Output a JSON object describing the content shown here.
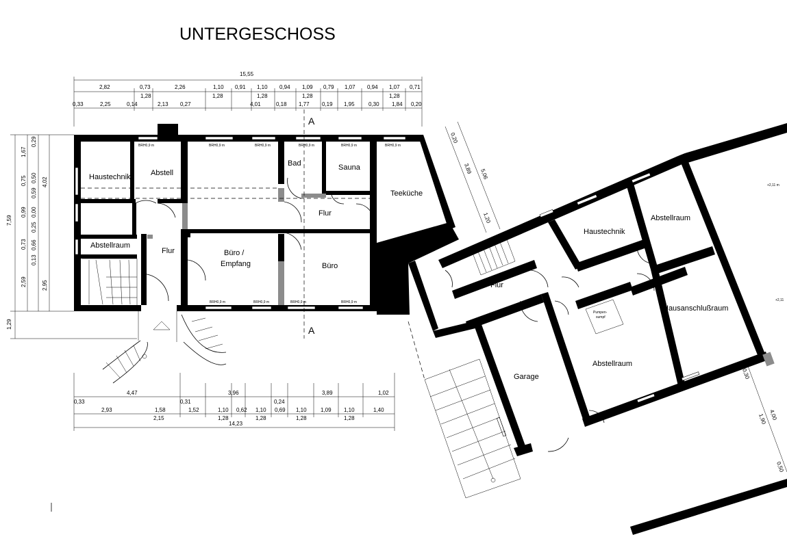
{
  "title": "UNTERGESCHOSS",
  "section_marker": "A",
  "rooms": {
    "haustechnik_left": "Haustechnik",
    "abstell": "Abstell",
    "bad": "Bad",
    "sauna": "Sauna",
    "teekueche": "Teeküche",
    "flur_top": "Flur",
    "abstellraum_left": "Abstellraum",
    "flur_left": "Flur",
    "buero_empfang_1": "Büro /",
    "buero_empfang_2": "Empfang",
    "buero": "Büro",
    "flur_right": "Flur",
    "haustechnik_right": "Haustechnik",
    "abstellraum_right_top": "Abstellraum",
    "hausanschlussraum": "Hausanschlußraum",
    "abstellraum_right_bottom": "Abstellraum",
    "garage": "Garage",
    "pumpensumpf_1": "Pumpen-",
    "pumpensumpf_2": "sumpf"
  },
  "window_label": "BRH0,9 m",
  "top_dims": {
    "overall": "15,55",
    "row1": [
      "2,82",
      "0,73",
      "2,26",
      "1,10",
      "0,91",
      "1,10",
      "0,94",
      "1,09",
      "0,79",
      "1,07",
      "0,94",
      "1,07",
      "0,71"
    ],
    "row2": [
      "1,28",
      "1,28",
      "1,28",
      "1,28",
      "1,28"
    ],
    "row3": [
      "0,33",
      "2,25",
      "0,14",
      "2,13",
      "0,27",
      "4,01",
      "0,18",
      "1,77",
      "0,19",
      "1,95",
      "0,30",
      "1,84",
      "0,20"
    ]
  },
  "bottom_dims": {
    "overall": "14,23",
    "row1": [
      "4,47",
      "3,96",
      "3,89",
      "1,02"
    ],
    "row2": [
      "0,33",
      "0,31",
      "0,24"
    ],
    "row3": [
      "2,93",
      "1,58",
      "1,52",
      "1,10",
      "0,62",
      "1,10",
      "0,69",
      "1,10",
      "1,09",
      "1,10",
      "1,40"
    ],
    "row4": [
      "2,15",
      "1,28",
      "1,28",
      "1,28",
      "1,28"
    ]
  },
  "left_dims": {
    "overall": "7,59",
    "outer": [
      "1,67",
      "0,75",
      "0,99",
      "0,73",
      "2,59",
      "1,29"
    ],
    "mid": [
      "0,29",
      "0,50",
      "0,59",
      "0,00",
      "0,25",
      "0,66",
      "0,13"
    ],
    "inner": [
      "4,02",
      "2,95"
    ]
  },
  "right_dims": [
    "0,20",
    "3,89",
    "5,06",
    "1,20",
    "0,30",
    "4,00",
    "1,90",
    "0,50"
  ],
  "levels": [
    "+2,11 m",
    "+2,11"
  ]
}
